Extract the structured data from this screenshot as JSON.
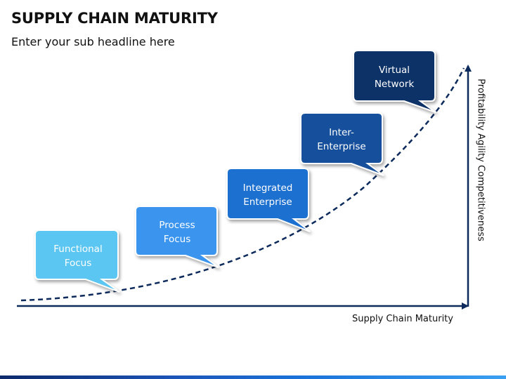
{
  "header": {
    "title": "SUPPLY CHAIN MATURITY",
    "subtitle": "Enter your sub headline here"
  },
  "axes": {
    "x_label": "Supply Chain Maturity",
    "y_label": "Profitability Agility Competitiveness"
  },
  "stages": [
    {
      "line1": "Functional",
      "line2": "Focus",
      "color": "#5cc6f2"
    },
    {
      "line1": "Process",
      "line2": "Focus",
      "color": "#3b95ee"
    },
    {
      "line1": "Integrated",
      "line2": "Enterprise",
      "color": "#1e6fd0"
    },
    {
      "line1": "Inter-",
      "line2": "Enterprise",
      "color": "#14509b"
    },
    {
      "line1": "Virtual",
      "line2": "Network",
      "color": "#0d3268"
    }
  ],
  "colors": {
    "axis": "#0d2a5c",
    "curve": "#0d2a5c"
  }
}
